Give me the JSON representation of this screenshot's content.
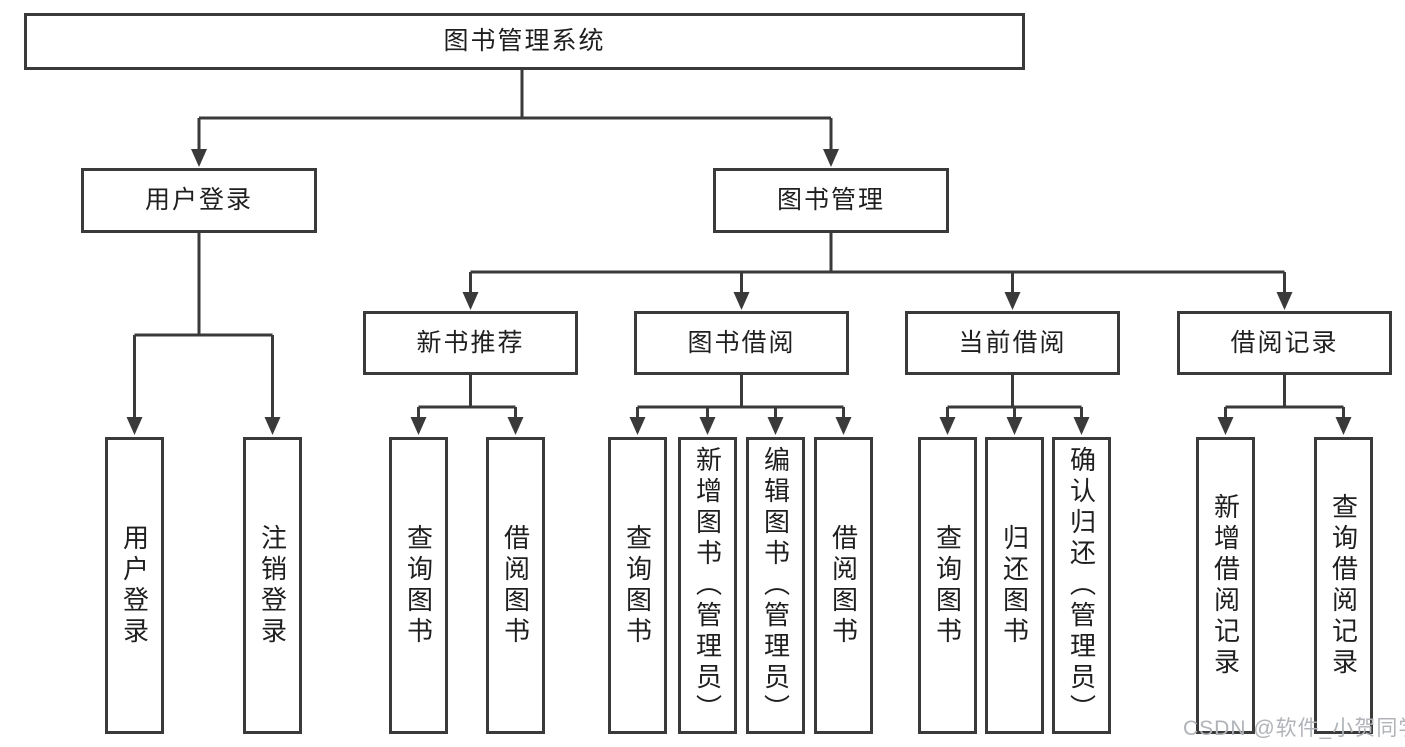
{
  "root": {
    "label": "图书管理系统"
  },
  "level2": [
    {
      "label": "用户登录"
    },
    {
      "label": "图书管理"
    }
  ],
  "level3": [
    {
      "label": "新书推荐"
    },
    {
      "label": "图书借阅"
    },
    {
      "label": "当前借阅"
    },
    {
      "label": "借阅记录"
    }
  ],
  "leaves": {
    "user_login": [
      "用户登录",
      "注销登录"
    ],
    "new_books": [
      "查询图书",
      "借阅图书"
    ],
    "borrow": [
      "查询图书",
      "新增图书（管理员）",
      "编辑图书（管理员）",
      "借阅图书"
    ],
    "current": [
      "查询图书",
      "归还图书",
      "确认归还（管理员）"
    ],
    "records": [
      "新增借阅记录",
      "查询借阅记录"
    ]
  },
  "watermark": "CSDN @软件_小贺同学",
  "colors": {
    "line": "#3a3a3a",
    "text": "#1f1f1f",
    "box_background": "#ffffff",
    "watermark": "#b0b3b8"
  }
}
